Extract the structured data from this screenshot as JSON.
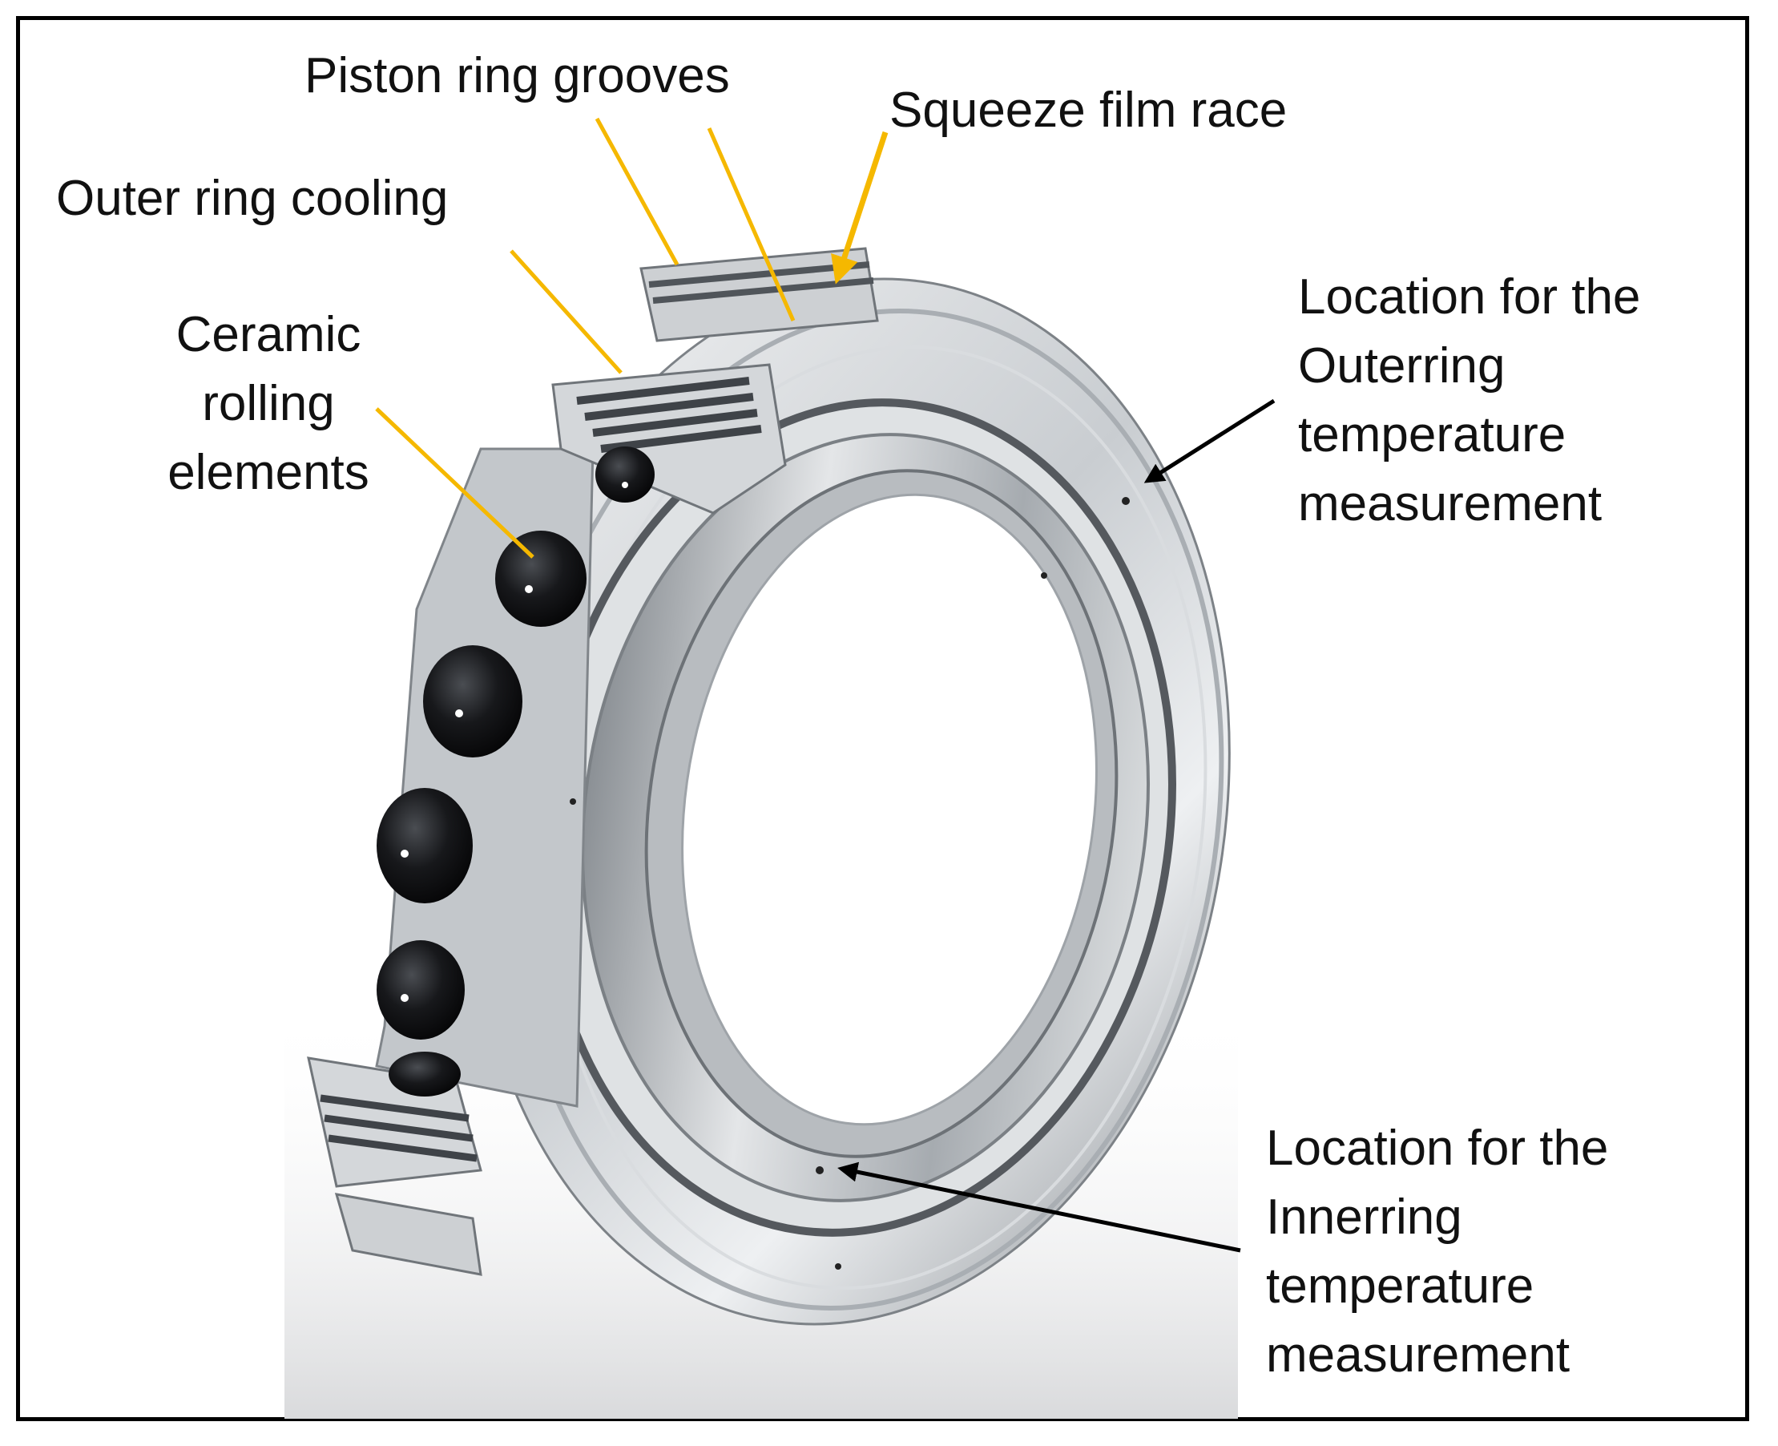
{
  "labels": {
    "piston_ring_grooves": "Piston ring grooves",
    "squeeze_film_race": "Squeeze film race",
    "outer_ring_cooling": "Outer ring cooling",
    "ceramic_rolling_elements": [
      "Ceramic",
      "rolling",
      "elements"
    ],
    "outerring_location": [
      "Location for the",
      "Outerring",
      "temperature",
      "measurement"
    ],
    "innerring_location": [
      "Location for the",
      "Innerring",
      "temperature",
      "measurement"
    ]
  },
  "colors": {
    "callout_yellow": "#F5B800",
    "callout_black": "#000000",
    "steel_light": "#E6E8EA",
    "steel_mid": "#B9BDC1",
    "steel_dark": "#6E7378",
    "ball": "#0E0E10"
  }
}
